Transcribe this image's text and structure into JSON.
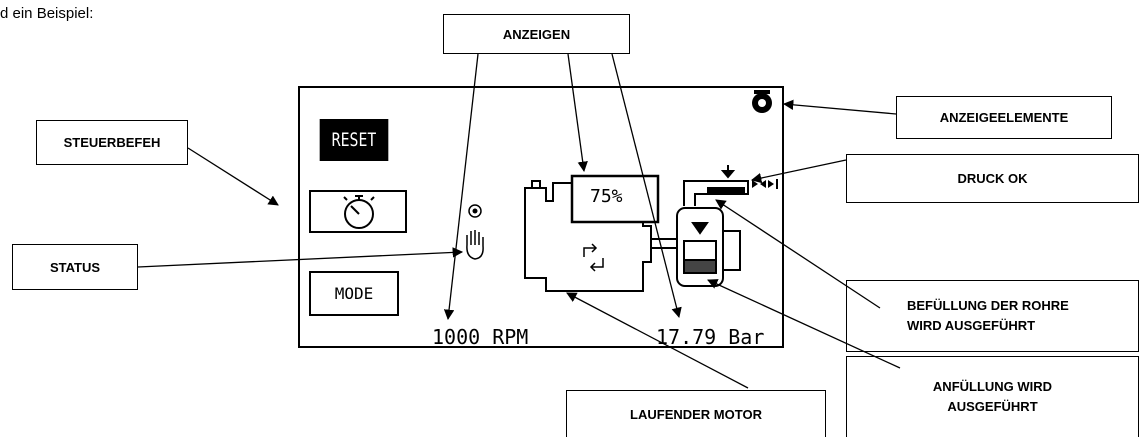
{
  "intro_text": "d ein Beispiel:",
  "callouts": {
    "anzeigen": "ANZEIGEN",
    "anzeigeelemente": "ANZEIGEELEMENTE",
    "steuerbefeh": "STEUERBEFEH",
    "druck_ok": "DRUCK OK",
    "status": "STATUS",
    "befuellung_line1": "BEFÜLLUNG DER ROHRE",
    "befuellung_line2": "WIRD AUSGEFÜHRT",
    "anfuellung_line1": "ANFÜLLUNG WIRD",
    "anfuellung_line2": "AUSGEFÜHRT",
    "laufender_motor": "LAUFENDER MOTOR"
  },
  "screen": {
    "reset_label": "RESET",
    "mode_label": "MODE",
    "load_percent": "75%",
    "rpm_readout": "1000 RPM",
    "pressure_readout": "17.79 Bar"
  },
  "icons": [
    "stopwatch-icon",
    "hand-icon",
    "record-icon",
    "engine-icon",
    "rotate-icon",
    "pump-icon",
    "pipe-icon",
    "valve-icon",
    "alarm-icon"
  ]
}
